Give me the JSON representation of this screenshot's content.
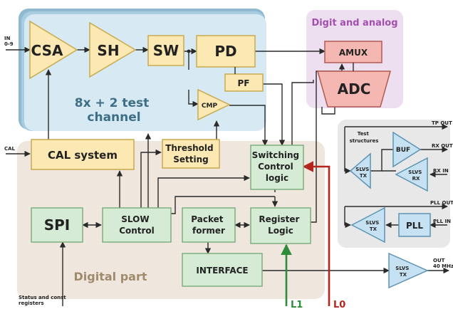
{
  "regions": {
    "channel": "8x + 2 test\nchannel",
    "digit_analog": "Digit and analog",
    "digital": "Digital part",
    "test": "Test\nstructures"
  },
  "blocks": {
    "csa": "CSA",
    "sh": "SH",
    "sw": "SW",
    "pd": "PD",
    "pf": "PF",
    "cmp": "CMP",
    "amux": "AMUX",
    "adc": "ADC",
    "cal": "CAL system",
    "threshold": "Threshold\nSetting",
    "switching": "Switching\nControl\nlogic",
    "spi": "SPI",
    "slow": "SLOW\nControl",
    "packet": "Packet\nformer",
    "register": "Register\nLogic",
    "interface": "INTERFACE",
    "buf": "BUF",
    "slvs_tx_1": "SLVS\nTX",
    "slvs_rx": "SLVS\nRX",
    "slvs_tx_2": "SLVS\nTX",
    "pll": "PLL",
    "slvs_tx_3": "SLVS\nTX"
  },
  "signals": {
    "in": "IN\n0-9",
    "cal": "CAL",
    "tp_out": "TP OUT",
    "rx_out": "RX OUT",
    "rx_in": "RX IN",
    "pll_out": "PLL OUT",
    "pll_in": "PLL IN",
    "out": "OUT\n40 MHz",
    "status": "Status and const\nregisters",
    "l1": "L1",
    "l0": "L0"
  },
  "colors": {
    "channel_region": "#d7eaf3",
    "channel_shadow": "#8fb9cf",
    "channel_title": "#3d6e86",
    "digit_region": "#eedff0",
    "digit_title": "#a24fb0",
    "digital_region": "#efe7dd",
    "digital_title": "#a08a6c",
    "test_region": "#e8e8e8",
    "yellow_block": "#fce8b2",
    "yellow_stroke": "#c9a94d",
    "green_block": "#d5ebd5",
    "green_stroke": "#7fae7f",
    "pink_block": "#f5b7b1",
    "pink_stroke": "#b05a52",
    "blue_block": "#c6e2f2",
    "blue_stroke": "#5c93b3",
    "l1_line": "#2e8b3a",
    "l0_line": "#b3261e"
  }
}
